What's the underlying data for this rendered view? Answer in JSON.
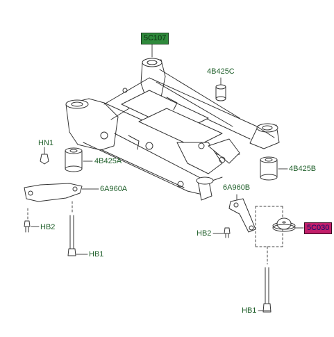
{
  "labels": {
    "subframe": "5C107",
    "bushing_top": "4B425C",
    "bushing_left": "4B425A",
    "bushing_right": "4B425B",
    "hn1": "HN1",
    "arm_left": "6A960A",
    "arm_right": "6A960B",
    "hb2_left": "HB2",
    "hb2_right": "HB2",
    "hb1_left": "HB1",
    "hb1_right": "HB1",
    "washer": "5C030"
  },
  "colors": {
    "label_text": "#1f5f2a",
    "main_part_box": "#2f8a3c",
    "highlight_box": "#c21f6a",
    "line": "#333333"
  }
}
